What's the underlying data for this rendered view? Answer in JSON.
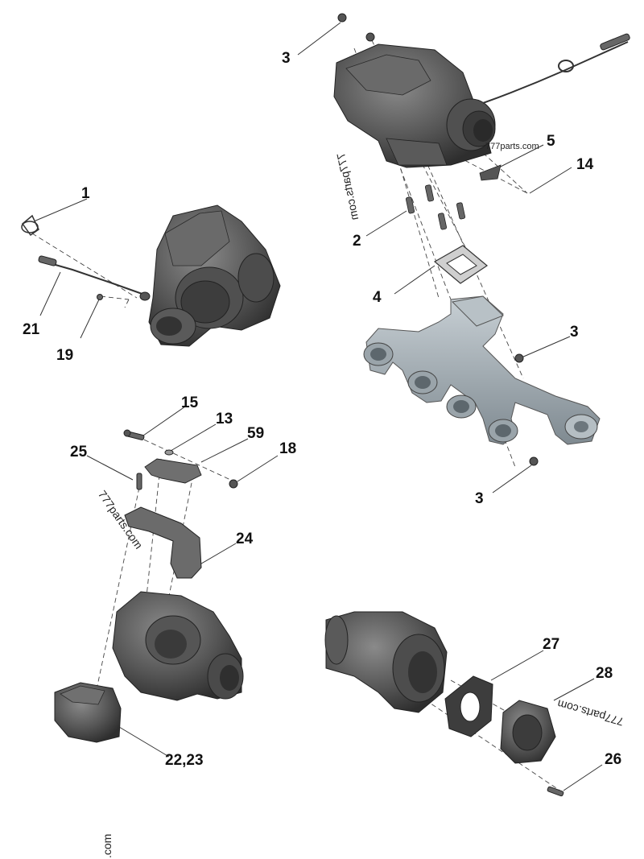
{
  "watermark": "777parts.com",
  "watermark_partial": ".com",
  "callouts": {
    "c1": "1",
    "c2": "2",
    "c3a": "3",
    "c3b": "3",
    "c3c": "3",
    "c4": "4",
    "c5": "5",
    "c13": "13",
    "c14": "14",
    "c15": "15",
    "c18": "18",
    "c19": "19",
    "c21": "21",
    "c22_23": "22,23",
    "c24": "24",
    "c25": "25",
    "c26": "26",
    "c27": "27",
    "c28": "28",
    "c59": "59"
  },
  "colors": {
    "part_dark": "#4a4a4a",
    "part_mid": "#6b6b6b",
    "part_light": "#8f8f8f",
    "manifold": "#a9b2b8",
    "manifold_shade": "#7f8a91",
    "leader": "#333333"
  }
}
